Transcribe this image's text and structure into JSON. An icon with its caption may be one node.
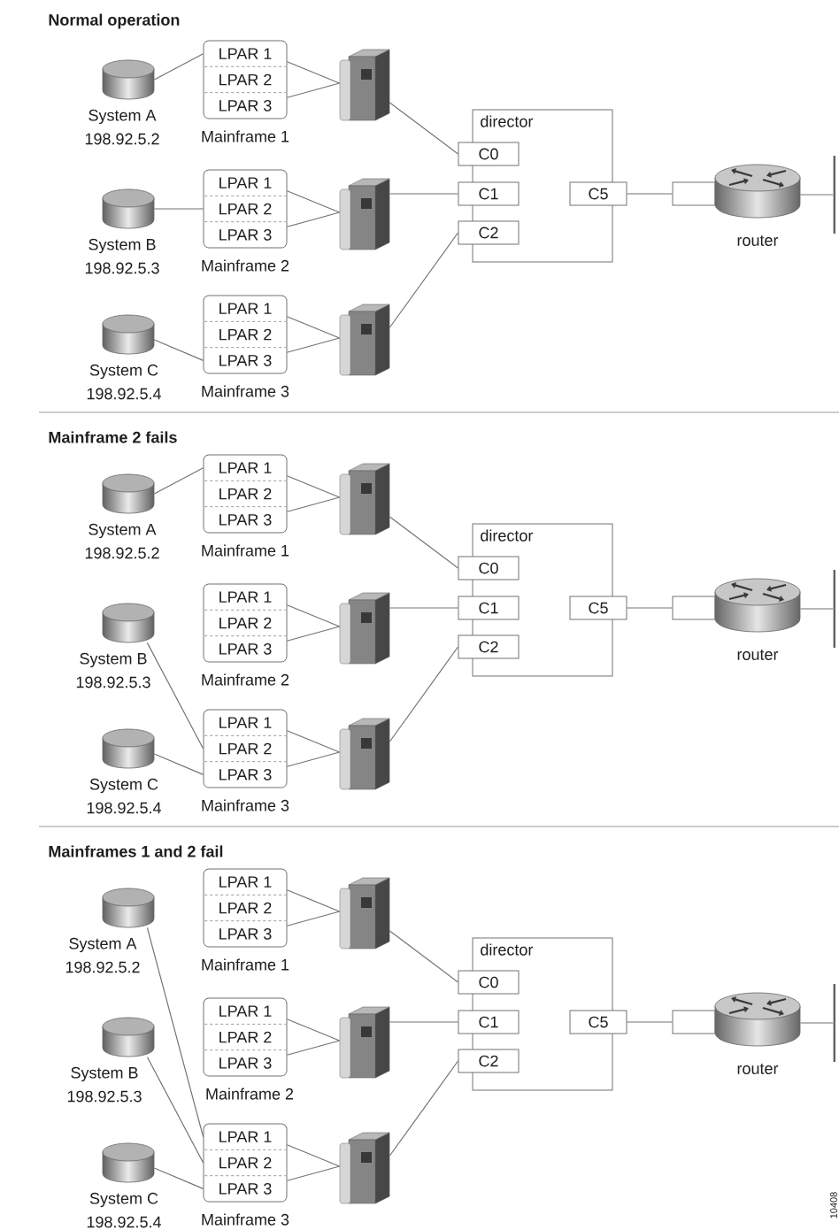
{
  "diagram": {
    "nodes": [
      {
        "text": [],
        "shape": "cylinder",
        "beside": [
          "System A",
          "198.92.5.2"
        ]
      },
      {
        "text": [],
        "shape": "box",
        "beside": [
          "Mainframe 1"
        ]
      },
      {
        "text": [
          "LPAR 1"
        ],
        "in": 1
      },
      {
        "text": [
          "LPAR 2"
        ],
        "in": 1
      },
      {
        "text": [
          "LPAR 3"
        ],
        "in": 1
      },
      {
        "text": [],
        "shape": "picture"
      },
      {
        "text": [
          "director"
        ]
      },
      {
        "text": [
          "C0"
        ]
      },
      {
        "text": [],
        "shape": "cylinder",
        "beside": [
          "System B",
          "198.92.5.3"
        ]
      },
      {
        "text": [],
        "shape": "box",
        "beside": [
          "Mainframe 2"
        ]
      },
      {
        "text": [
          "LPAR 1"
        ],
        "in": 9
      },
      {
        "text": [
          "LPAR 2"
        ],
        "in": 9
      },
      {
        "text": [
          "LPAR 3"
        ],
        "in": 9
      },
      {
        "text": [],
        "shape": "picture"
      },
      {
        "text": [
          "C1"
        ]
      },
      {
        "text": [
          "C5"
        ]
      },
      {
        "text": [],
        "shape": "box"
      },
      {
        "text": [],
        "shape": "picture",
        "beside": [
          "router"
        ]
      },
      {
        "text": [],
        "shape": "bar"
      },
      {
        "text": [],
        "shape": "cylinder",
        "beside": [
          "System C",
          "198.92.5.4"
        ]
      },
      {
        "text": [],
        "shape": "box",
        "beside": [
          "Mainframe 3"
        ]
      },
      {
        "text": [
          "LPAR 1"
        ],
        "in": 20
      },
      {
        "text": [
          "LPAR 2"
        ],
        "in": 20
      },
      {
        "text": [
          "LPAR 3"
        ],
        "in": 20
      },
      {
        "text": [],
        "shape": "picture"
      },
      {
        "text": [
          "C2"
        ]
      },
      {
        "text": [],
        "shape": "cylinder",
        "beside": [
          "System A",
          "198.92.5.2"
        ]
      },
      {
        "text": [],
        "shape": "box",
        "beside": [
          "Mainframe 1"
        ]
      },
      {
        "text": [
          "LPAR 1"
        ],
        "in": 27
      },
      {
        "text": [
          "LPAR 2"
        ],
        "in": 27
      },
      {
        "text": [
          "LPAR 3"
        ],
        "in": 27
      },
      {
        "text": [],
        "shape": "picture"
      },
      {
        "text": [
          "director"
        ]
      },
      {
        "text": [
          "C0"
        ]
      },
      {
        "text": [],
        "shape": "cylinder",
        "beside": [
          "System B",
          "198.92.5.3"
        ]
      },
      {
        "text": [],
        "shape": "box",
        "beside": [
          "Mainframe 2"
        ]
      },
      {
        "text": [
          "LPAR 1"
        ],
        "in": 35
      },
      {
        "text": [
          "LPAR 2"
        ],
        "in": 35
      },
      {
        "text": [
          "LPAR 3"
        ],
        "in": 35
      },
      {
        "text": [],
        "shape": "picture"
      },
      {
        "text": [
          "C1"
        ]
      },
      {
        "text": [
          "C5"
        ]
      },
      {
        "text": [],
        "shape": "box"
      },
      {
        "text": [],
        "shape": "picture",
        "beside": [
          "router"
        ]
      },
      {
        "text": [],
        "shape": "bar"
      },
      {
        "text": [],
        "shape": "cylinder",
        "beside": [
          "System C",
          "198.92.5.4"
        ]
      },
      {
        "text": [],
        "shape": "box",
        "beside": [
          "Mainframe 3"
        ]
      },
      {
        "text": [
          "LPAR 1"
        ],
        "in": 46
      },
      {
        "text": [
          "LPAR 2"
        ],
        "in": 46
      },
      {
        "text": [
          "LPAR 3"
        ],
        "in": 46
      },
      {
        "text": [],
        "shape": "picture"
      },
      {
        "text": [
          "C2"
        ]
      },
      {
        "text": [],
        "shape": "cylinder",
        "beside": [
          "System A",
          "198.92.5.2"
        ]
      },
      {
        "text": [],
        "shape": "box",
        "beside": [
          "Mainframe 1"
        ]
      },
      {
        "text": [
          "LPAR 1"
        ],
        "in": 53
      },
      {
        "text": [
          "LPAR 2"
        ],
        "in": 53
      },
      {
        "text": [
          "LPAR 3"
        ],
        "in": 53
      },
      {
        "text": [],
        "shape": "picture"
      },
      {
        "text": [
          "director"
        ]
      },
      {
        "text": [
          "C0"
        ]
      },
      {
        "text": [],
        "shape": "cylinder",
        "beside": [
          "System B",
          "198.92.5.3"
        ]
      },
      {
        "text": [],
        "shape": "box",
        "beside": [
          "Mainframe 2"
        ]
      },
      {
        "text": [
          "LPAR 1"
        ],
        "in": 61
      },
      {
        "text": [
          "LPAR 2"
        ],
        "in": 61
      },
      {
        "text": [
          "LPAR 3"
        ],
        "in": 61
      },
      {
        "text": [],
        "shape": "picture"
      },
      {
        "text": [
          "C1"
        ]
      },
      {
        "text": [
          "C5"
        ]
      },
      {
        "text": [],
        "shape": "box"
      },
      {
        "text": [],
        "shape": "picture",
        "beside": [
          "router"
        ]
      },
      {
        "text": [],
        "shape": "bar"
      },
      {
        "text": [],
        "shape": "cylinder",
        "beside": [
          "System C",
          "198.92.5.4"
        ]
      },
      {
        "text": [],
        "shape": "box",
        "beside": [
          "Mainframe 3"
        ]
      },
      {
        "text": [
          "LPAR 1"
        ],
        "in": 72
      },
      {
        "text": [
          "LPAR 2"
        ],
        "in": 72
      },
      {
        "text": [
          "LPAR 3"
        ],
        "in": 72
      },
      {
        "text": [],
        "shape": "picture"
      },
      {
        "text": [
          "C2"
        ]
      }
    ],
    "edges": [
      {
        "from": 0,
        "to": 2,
        "arrow": "none"
      },
      {
        "from": 2,
        "to": 5,
        "arrow": "none"
      },
      {
        "from": 4,
        "to": 5,
        "arrow": "none"
      },
      {
        "from": 5,
        "to": 7,
        "arrow": "none"
      },
      {
        "from": 8,
        "to": 11,
        "arrow": "none"
      },
      {
        "from": 10,
        "to": 13,
        "arrow": "none"
      },
      {
        "from": 12,
        "to": 13,
        "arrow": "none"
      },
      {
        "from": 13,
        "to": 14,
        "arrow": "none"
      },
      {
        "from": 15,
        "to": 16,
        "arrow": "none"
      },
      {
        "from": 17,
        "to": 18,
        "arrow": "none"
      },
      {
        "from": 19,
        "to": 23,
        "arrow": "none"
      },
      {
        "from": 21,
        "to": 24,
        "arrow": "none"
      },
      {
        "from": 23,
        "to": 24,
        "arrow": "none"
      },
      {
        "from": 24,
        "to": 25,
        "arrow": "none"
      },
      {
        "from": 26,
        "to": 28,
        "arrow": "none"
      },
      {
        "from": 28,
        "to": 31,
        "arrow": "none"
      },
      {
        "from": 30,
        "to": 31,
        "arrow": "none"
      },
      {
        "from": 31,
        "to": 33,
        "arrow": "none"
      },
      {
        "from": 34,
        "to": 48,
        "arrow": "none"
      },
      {
        "from": 36,
        "to": 39,
        "arrow": "none"
      },
      {
        "from": 38,
        "to": 39,
        "arrow": "none"
      },
      {
        "from": 39,
        "to": 40,
        "arrow": "none"
      },
      {
        "from": 41,
        "to": 42,
        "arrow": "none"
      },
      {
        "from": 43,
        "to": 44,
        "arrow": "none"
      },
      {
        "from": 45,
        "to": 49,
        "arrow": "none"
      },
      {
        "from": 47,
        "to": 50,
        "arrow": "none"
      },
      {
        "from": 49,
        "to": 50,
        "arrow": "none"
      },
      {
        "from": 50,
        "to": 51,
        "arrow": "none"
      },
      {
        "from": 52,
        "to": 73,
        "arrow": "none"
      },
      {
        "from": 54,
        "to": 57,
        "arrow": "none"
      },
      {
        "from": 56,
        "to": 57,
        "arrow": "none"
      },
      {
        "from": 57,
        "to": 59,
        "arrow": "none"
      },
      {
        "from": 60,
        "to": 74,
        "arrow": "none"
      },
      {
        "from": 62,
        "to": 65,
        "arrow": "none"
      },
      {
        "from": 64,
        "to": 65,
        "arrow": "none"
      },
      {
        "from": 65,
        "to": 66,
        "arrow": "none"
      },
      {
        "from": 67,
        "to": 68,
        "arrow": "none"
      },
      {
        "from": 69,
        "to": 70,
        "arrow": "none"
      },
      {
        "from": 71,
        "to": 75,
        "arrow": "none"
      },
      {
        "from": 73,
        "to": 76,
        "arrow": "none"
      },
      {
        "from": 75,
        "to": 76,
        "arrow": "none"
      },
      {
        "from": 76,
        "to": 77,
        "arrow": "none"
      }
    ],
    "labels": [
      "Normal operation",
      "Mainframe 2 fails",
      "Mainframes 1 and 2 fail",
      "10408"
    ]
  }
}
